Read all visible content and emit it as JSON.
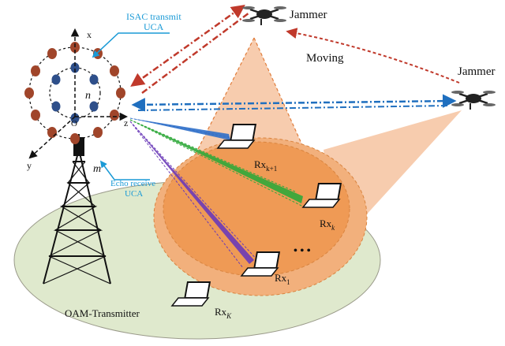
{
  "labels": {
    "isac_transmit_line1": "ISAC transmit",
    "isac_transmit_line2": "UCA",
    "echo_receive_line1": "Echo receive",
    "echo_receive_line2": "UCA",
    "jammer_top": "Jammer",
    "jammer_right": "Jammer",
    "moving": "Moving",
    "oam_transmitter": "OAM-Transmitter",
    "axis_x": "x",
    "axis_y": "y",
    "axis_z": "z",
    "origin": "O",
    "ring_n": "n",
    "ring_m": "m",
    "ellipsis": "• • •",
    "rx_k1_base": "Rx",
    "rx_k1_sub": "k+1",
    "rx_k_base": "Rx",
    "rx_k_sub": "k",
    "rx_1_base": "Rx",
    "rx_1_sub": "1",
    "rx_K_base": "Rx",
    "rx_K_sub": "K"
  },
  "colors": {
    "ground": "#dfe9cd",
    "coverage": "#ef9a55",
    "cone": "#f6c3a0",
    "annotation": "#1a9ad6",
    "outer_ring": "#a0452a",
    "inner_ring": "#2e4f8a",
    "beam_blue": "#2f6fc9",
    "beam_green": "#2fa83a",
    "beam_purple": "#6a3ab8",
    "jammer_link_red": "#c0392b",
    "jammer_link_blue": "#1f6fbf"
  },
  "icons": [
    "laptop-icon",
    "drone-icon",
    "tower-icon",
    "antenna-array-icon"
  ]
}
